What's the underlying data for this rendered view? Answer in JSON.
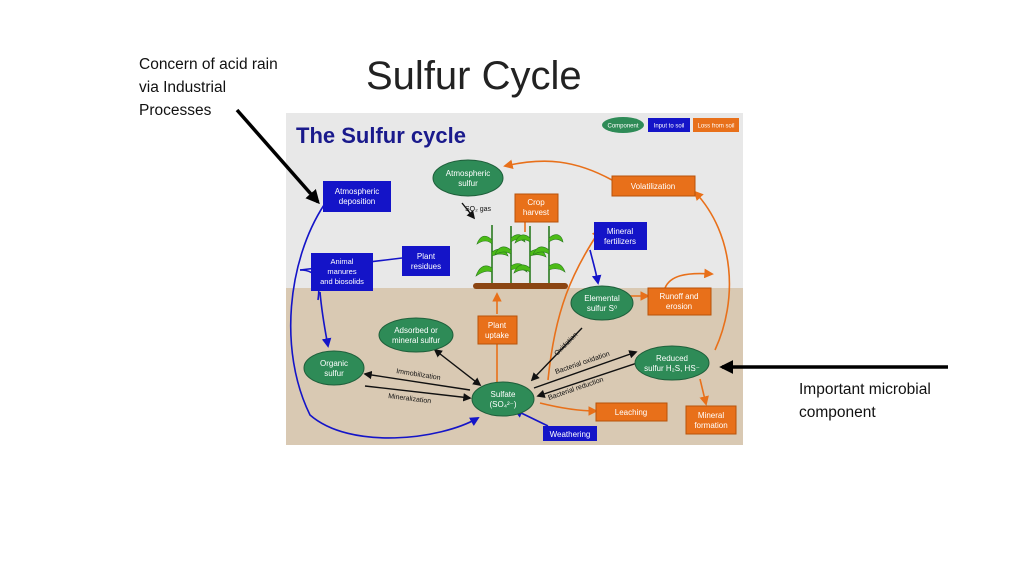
{
  "slide": {
    "title": "Sulfur Cycle",
    "note_left": [
      "Concern of acid rain",
      "via Industrial",
      "Processes"
    ],
    "note_right": [
      "Important microbial",
      "component"
    ]
  },
  "diagram": {
    "title": "The Sulfur cycle",
    "legend": {
      "component": "Component",
      "input": "Input to soil",
      "loss": "Loss from soil"
    },
    "colors": {
      "component": "#2e8b57",
      "input": "#1414c8",
      "loss": "#e8701a",
      "sky": "#e8e8e8",
      "soil": "#d9c9b3"
    },
    "components": {
      "atmospheric_sulfur": [
        "Atmospheric",
        "sulfur"
      ],
      "elemental_sulfur": [
        "Elemental",
        "sulfur S⁰"
      ],
      "adsorbed": [
        "Adsorbed or",
        "mineral sulfur"
      ],
      "organic_sulfur": [
        "Organic",
        "sulfur"
      ],
      "sulfate": [
        "Sulfate",
        "(SO₄²⁻)"
      ],
      "reduced_sulfur": [
        "Reduced",
        "sulfur H₂S, HS⁻"
      ]
    },
    "inputs": {
      "atmospheric_deposition": [
        "Atmospheric",
        "deposition"
      ],
      "plant_residues": [
        "Plant",
        "residues"
      ],
      "animal_manures": [
        "Animal",
        "manures",
        "and biosolids"
      ],
      "mineral_fertilizers": [
        "Mineral",
        "fertilizers"
      ],
      "weathering": [
        "Weathering"
      ]
    },
    "losses": {
      "volatilization": [
        "Volatilization"
      ],
      "crop_harvest": [
        "Crop",
        "harvest"
      ],
      "runoff_erosion": [
        "Runoff and",
        "erosion"
      ],
      "plant_uptake": [
        "Plant",
        "uptake"
      ],
      "leaching": [
        "Leaching"
      ],
      "mineral_formation": [
        "Mineral",
        "formation"
      ]
    },
    "process_labels": {
      "so2_gas": "SO₂ gas",
      "oxidation": "Oxidation",
      "bacterial_oxidation": "Bacterial oxidation",
      "bacterial_reduction": "Bacterial reduction",
      "immobilization": "Immobilization",
      "mineralization": "Mineralization"
    }
  }
}
